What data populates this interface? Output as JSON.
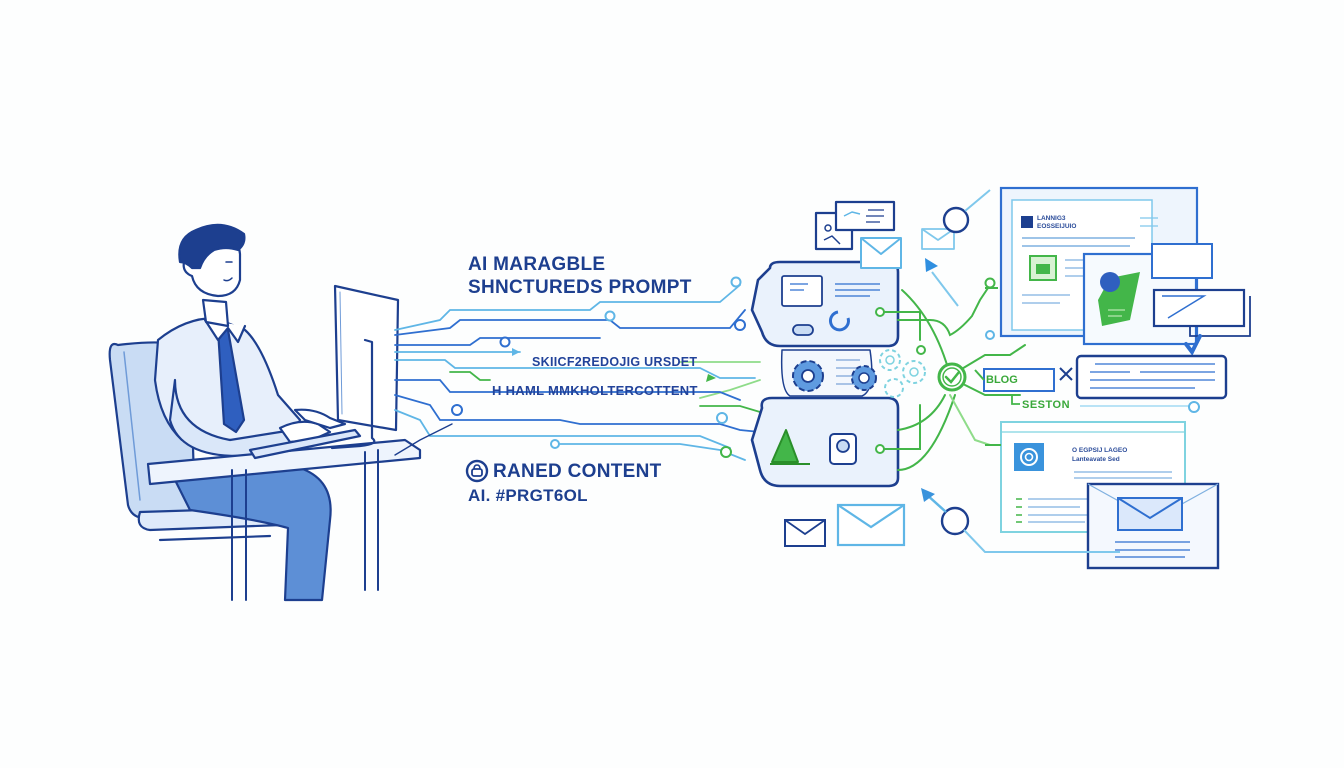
{
  "scene": {
    "description": "Person at desk computer sending a structured AI prompt that flows into an AI processing engine and generates branded content outputs (documents, blog, emails)",
    "colors": {
      "primary_blue": "#1d3f8f",
      "mid_blue": "#2f6fd0",
      "light_blue": "#5fb6e6",
      "cyan": "#7fd3e0",
      "green": "#43b649",
      "light_green": "#8fdc8a",
      "background": "#fdfefe"
    }
  },
  "labels": {
    "prompt_title_line1": "AI MARAGBLE",
    "prompt_title_line2": "SHNCTUREDS PROMPT",
    "flow_label_1": "SKIICF2REDOJIG URSDET",
    "flow_label_2": "H HAML MMKHOLTERCOTTENT",
    "content_title": "RANED CONTENT",
    "content_subtitle": "AI. #PRGT6OL"
  },
  "outputs": {
    "document_card": {
      "heading_line1": "LANNIG3",
      "heading_line2": "EOSSEIJUIO"
    },
    "blog_tag": "BLOG",
    "system_tag": "SESTON",
    "social_card": {
      "heading_line1": "O EGPSIJ LAGEO",
      "heading_line2": "Lanteavate Sed"
    }
  },
  "icons": [
    "person-at-computer",
    "monitor-icon",
    "ai-engine-icon",
    "gear-icon",
    "check-circle-icon",
    "envelope-icon",
    "document-icon",
    "image-icon",
    "social-app-icon",
    "arrow-icon",
    "node-circle-icon"
  ]
}
